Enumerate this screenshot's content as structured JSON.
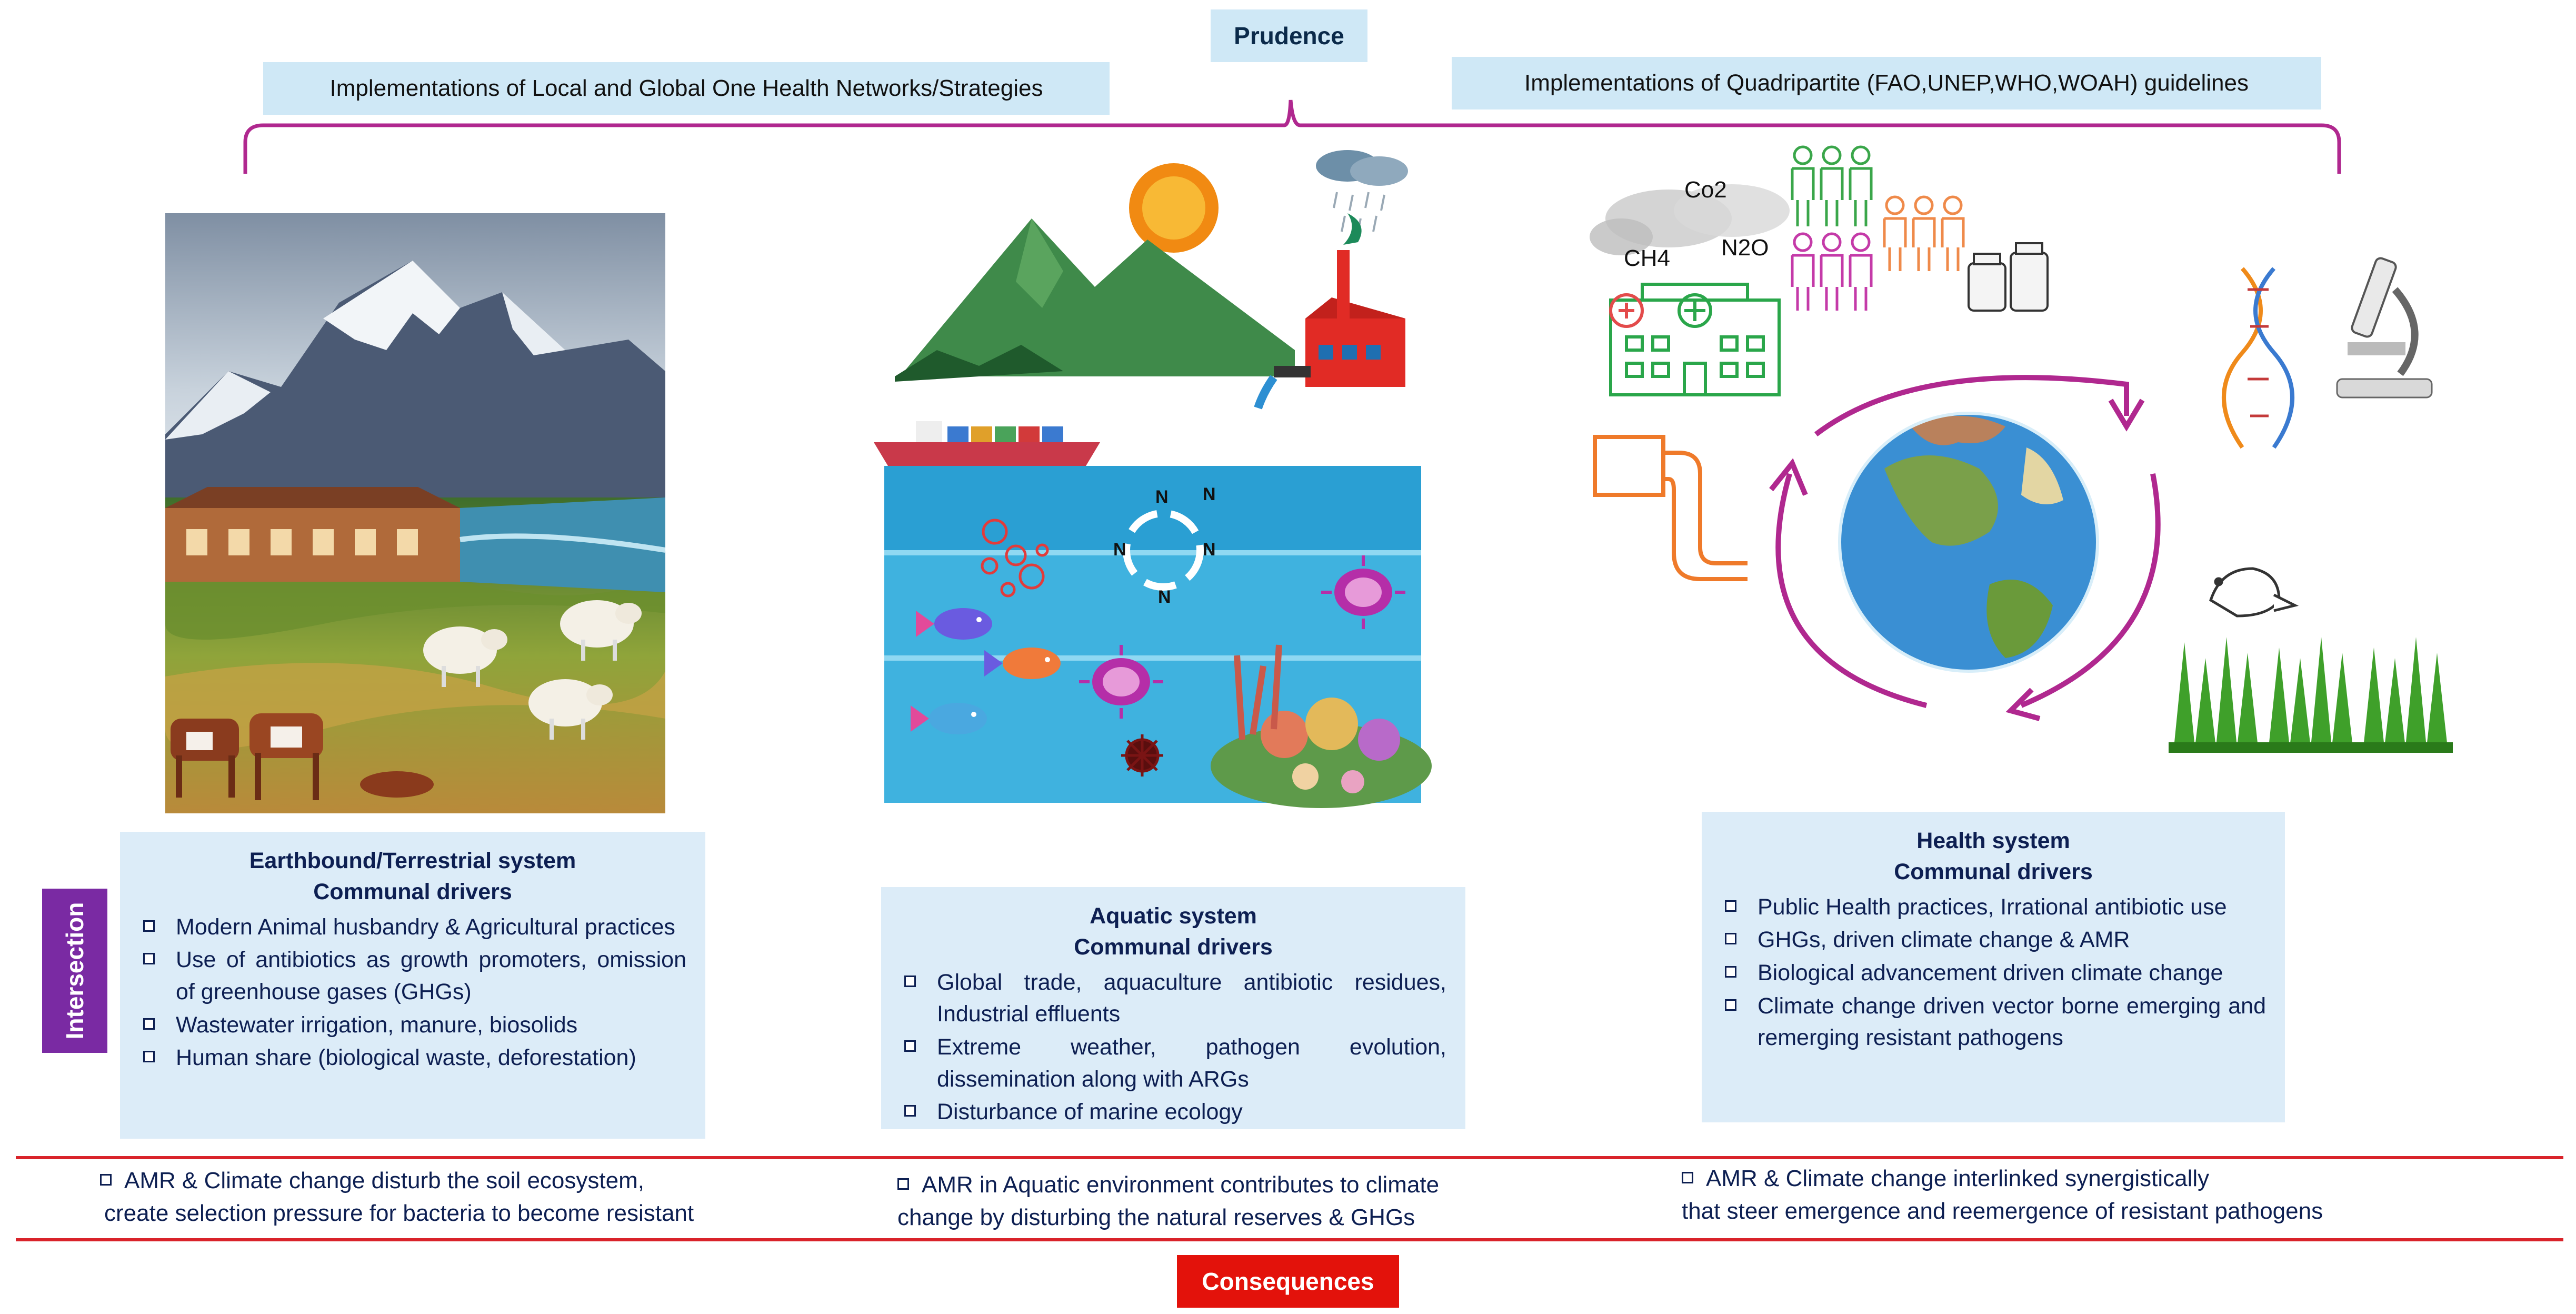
{
  "header": {
    "prudence": "Prudence",
    "left_box": "Implementations of Local and Global One Health Networks/Strategies",
    "right_box": "Implementations of Quadripartite (FAO,UNEP,WHO,WOAH) guidelines"
  },
  "side_label": "Intersection",
  "gas_labels": {
    "co2": "Co2",
    "ch4": "CH4",
    "n2o": "N2O"
  },
  "nitrogen_label": "N",
  "panels": {
    "terrestrial": {
      "title": "Earthbound/Terrestrial system",
      "subtitle": "Communal drivers",
      "items": [
        "Modern Animal husbandry & Agricultural practices",
        "Use of antibiotics as growth promoters, omission of greenhouse gases (GHGs)",
        "Wastewater irrigation, manure, biosolids",
        "Human share (biological waste, deforestation)"
      ]
    },
    "aquatic": {
      "title": "Aquatic system",
      "subtitle": "Communal drivers",
      "items": [
        "Global trade, aquaculture antibiotic residues, Industrial effluents",
        "Extreme weather, pathogen evolution, dissemination along with ARGs",
        "Disturbance of marine ecology"
      ]
    },
    "health": {
      "title": "Health system",
      "subtitle": "Communal drivers",
      "items": [
        "Public Health practices, Irrational antibiotic use",
        "GHGs, driven climate change & AMR",
        "Biological advancement driven climate change",
        "Climate change driven vector borne emerging and remerging resistant pathogens"
      ]
    }
  },
  "consequences": {
    "label": "Consequences",
    "left": [
      "AMR & Climate change disturb the soil ecosystem,",
      "create selection pressure for bacteria to become resistant"
    ],
    "middle": [
      "AMR in Aquatic environment contributes to climate",
      "change by disturbing the natural reserves & GHGs"
    ],
    "right": [
      "AMR & Climate change interlinked synergistically",
      "that steer emergence and reemergence of resistant  pathogens"
    ]
  },
  "colors": {
    "light_blue_box": "#cfe8f6",
    "panel_bg": "#dcecf8",
    "bracket": "#b0288f",
    "intersection": "#7a2aa3",
    "red": "#e3120b"
  }
}
